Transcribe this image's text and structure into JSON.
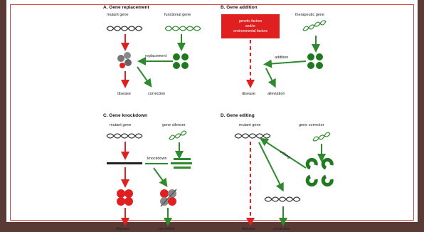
{
  "panels": {
    "a": {
      "title": "A. Gene replacement",
      "mutant_gene": "mutant gene",
      "functional_gene": "functional gene",
      "arrow_label": "replacement",
      "outcome_left": "disease",
      "outcome_right": "correction"
    },
    "b": {
      "title": "B. Gene addition",
      "box_text": [
        "genetic factors",
        "and/or",
        "environmental factors"
      ],
      "therapeutic_gene": "therapeutic gene",
      "arrow_label": "addition",
      "outcome_left": "disease",
      "outcome_right": "alleviation"
    },
    "c": {
      "title": "C. Gene knockdown",
      "mutant_gene": "mutant gene",
      "gene_silencer": "gene silencer",
      "arrow_label": "knockdown",
      "outcome_left": "disease",
      "outcome_right": "correction"
    },
    "d": {
      "title": "D. Gene editing",
      "mutant_gene": "mutant gene",
      "gene_corrector": "gene corrector",
      "arrow_label": "editing",
      "outcome_left": "disease",
      "outcome_right": "correction"
    }
  },
  "colors": {
    "red": "#e02020",
    "green": "#2f8a2f",
    "gray": "#777777",
    "border": "#5a3a34"
  }
}
